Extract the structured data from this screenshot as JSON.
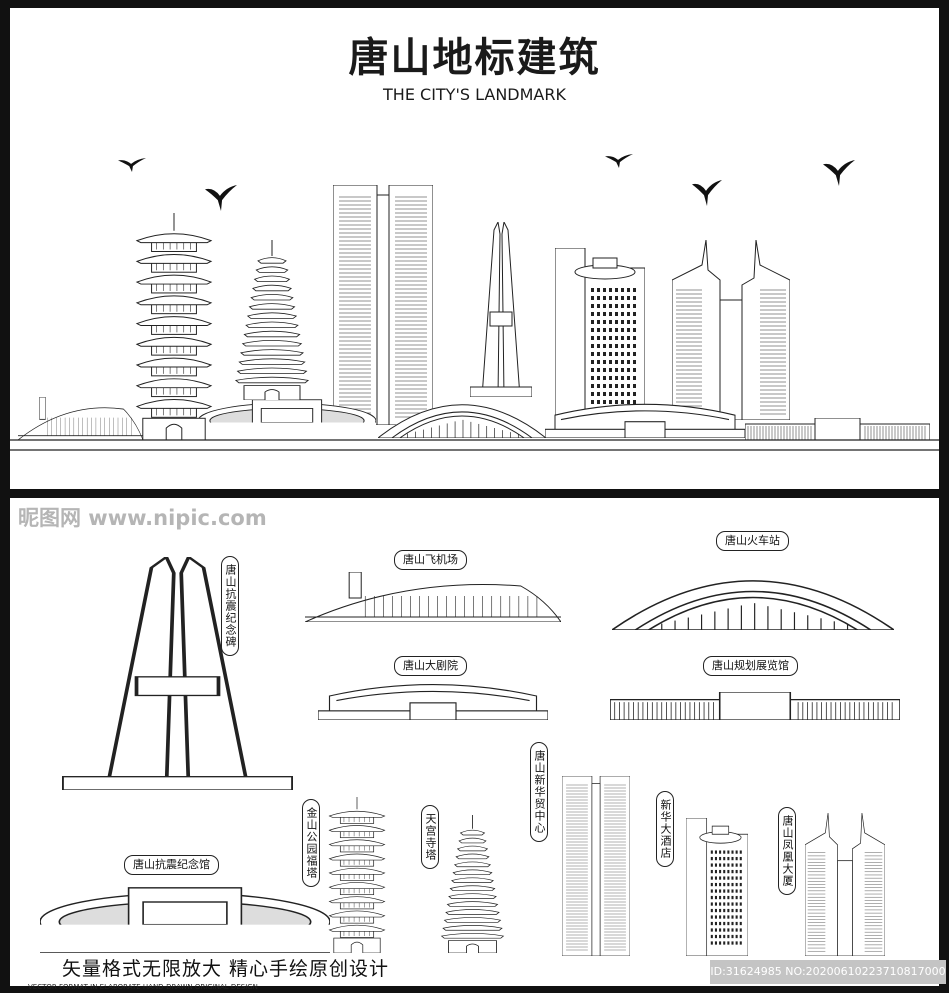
{
  "header": {
    "title": "唐山地标建筑",
    "subtitle": "THE CITY'S LANDMARK"
  },
  "labels": {
    "monument": "唐山抗震纪念碑",
    "airport": "唐山飞机场",
    "station": "唐山火车站",
    "theater": "唐山大剧院",
    "exhibition": "唐山规划展览馆",
    "memorial_hall": "唐山抗震纪念馆",
    "jinshan_pagoda": "金山公园福塔",
    "tiangong_pagoda": "天宫寺塔",
    "trade_center": "唐山新华贸中心",
    "xinhua_hotel": "新华大酒店",
    "phoenix_tower": "唐山凤凰大厦"
  },
  "footer": {
    "slogan": "矢量格式无限放大 精心手绘原创设计",
    "slogan_en": "VECTOR FORMAT IN ELABORATE HAND-DRAWN ORIGINAL DESIGN",
    "watermark": "昵图网 www.nipic.com",
    "id_text": "ID:31624985 NO:20200610223710817000"
  },
  "colors": {
    "frame": "#111111",
    "background": "#ffffff",
    "line": "#222222"
  }
}
